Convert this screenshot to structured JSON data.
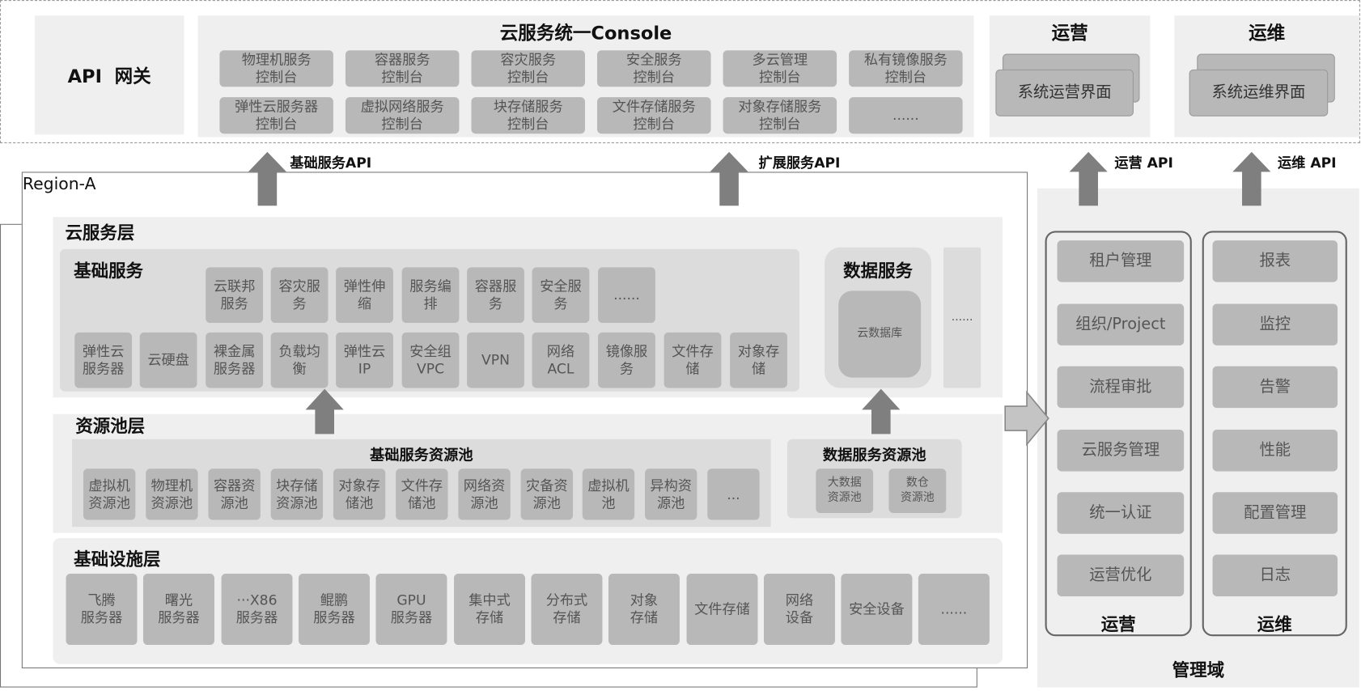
{
  "top": {
    "api_gateway": "API  网关",
    "console_title": "云服务统一Console",
    "console_items": [
      "物理机服务\n控制台",
      "容器服务\n控制台",
      "容灾服务\n控制台",
      "安全服务\n控制台",
      "多云管理\n控制台",
      "私有镜像服务\n控制台",
      "弹性云服务器\n控制台",
      "虚拟网络服务\n控制台",
      "块存储服务\n控制台",
      "文件存储服务\n控制台",
      "对象存储服务\n控制台",
      "......"
    ],
    "ops_title": "运营",
    "ops_card": "系统运营界面",
    "maint_title": "运维",
    "maint_card": "系统运维界面"
  },
  "apis": {
    "basic": "基础服务API",
    "extended": "扩展服务API",
    "ops": "运营 API",
    "maint": "运维 API"
  },
  "region": {
    "label": "Region-A",
    "cloud_layer": {
      "title": "云服务层",
      "basic_title": "基础服务",
      "basic_row1": [
        "云联邦\n服务",
        "容灾服\n务",
        "弹性伸\n缩",
        "服务编\n排",
        "容器服\n务",
        "安全服\n务",
        "......"
      ],
      "basic_row2": [
        "弹性云\n服务器",
        "云硬盘",
        "裸金属\n服务器",
        "负载均\n衡",
        "弹性云\nIP",
        "安全组\nVPC",
        "VPN",
        "网络\nACL",
        "镜像服\n务",
        "文件存\n储",
        "对象存\n储"
      ],
      "data_title": "数据服务",
      "data_item": "云数据库",
      "more": "......"
    },
    "pool_layer": {
      "title": "资源池层",
      "basic_title": "基础服务资源池",
      "basic_items": [
        "虚拟机\n资源池",
        "物理机\n资源池",
        "容器资\n源池",
        "块存储\n资源池",
        "对象存\n储池",
        "文件存\n储池",
        "网络资\n源池",
        "灾备资\n源池",
        "虚拟机\n池",
        "异构资\n源池",
        "..."
      ],
      "data_title": "数据服务资源池",
      "data_items": [
        "大数据\n资源池",
        "数仓\n资源池"
      ]
    },
    "infra_layer": {
      "title": "基础设施层",
      "items": [
        "飞腾\n服务器",
        "曙光\n服务器",
        "···X86\n服务器",
        "鲲鹏\n服务器",
        "GPU\n服务器",
        "集中式\n存储",
        "分布式\n存储",
        "对象\n存储",
        "文件存储",
        "网络\n设备",
        "安全设备",
        "......"
      ]
    }
  },
  "mgmt": {
    "title": "管理域",
    "ops_label": "运营",
    "ops_items": [
      "租户管理",
      "组织/Project",
      "流程审批",
      "云服务管理",
      "统一认证",
      "运营优化"
    ],
    "maint_label": "运维",
    "maint_items": [
      "报表",
      "监控",
      "告警",
      "性能",
      "配置管理",
      "日志"
    ]
  }
}
